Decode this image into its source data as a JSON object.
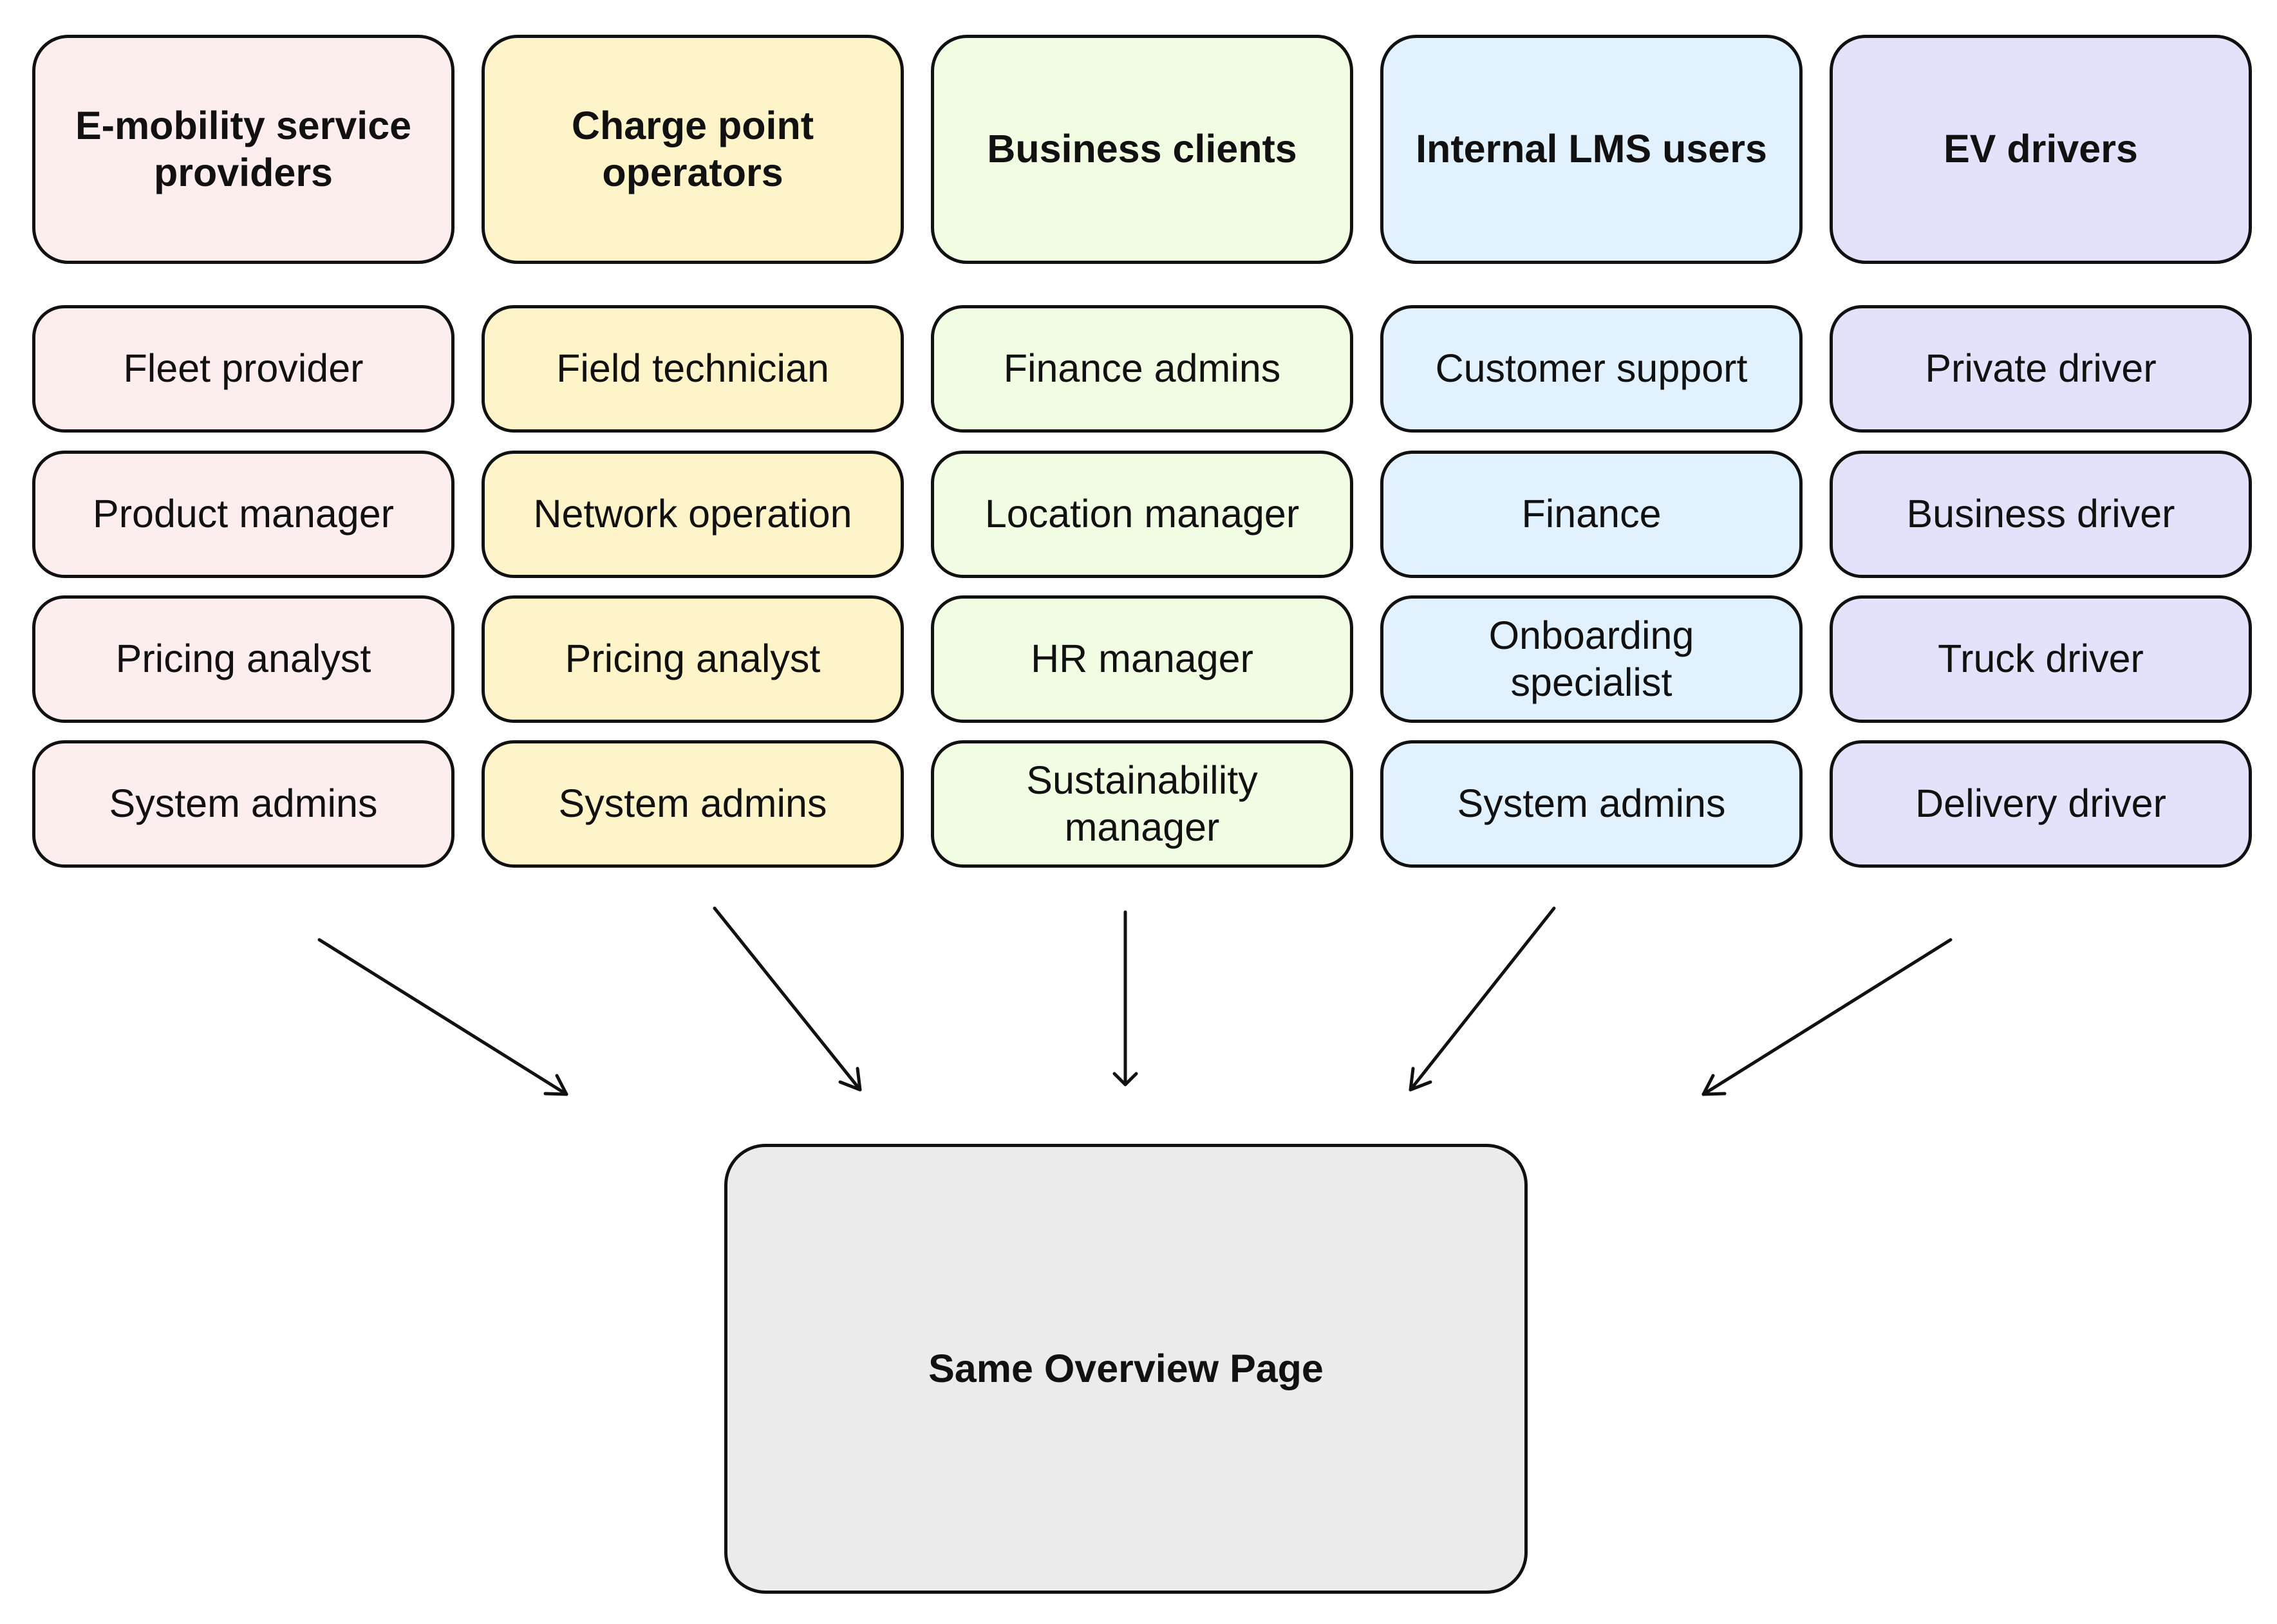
{
  "colors": {
    "border": "#111111",
    "arrow": "#111111",
    "target_fill": "#ebebeb"
  },
  "groups": [
    {
      "title": "E-mobility service providers",
      "fill": "#fdeeee",
      "roles": [
        "Fleet provider",
        "Product manager",
        "Pricing analyst",
        "System admins"
      ]
    },
    {
      "title": "Charge point operators",
      "fill": "#fdf5c9",
      "roles": [
        "Field technician",
        "Network operation",
        "Pricing analyst",
        "System admins"
      ]
    },
    {
      "title": "Business clients",
      "fill": "#f0fde3",
      "roles": [
        "Finance admins",
        "Location manager",
        "HR manager",
        "Sustainability manager"
      ]
    },
    {
      "title": "Internal LMS users",
      "fill": "#e1f1fd",
      "roles": [
        "Customer support",
        "Finance",
        "Onboarding specialist",
        "System admins"
      ]
    },
    {
      "title": "EV drivers",
      "fill": "#e2e2fb",
      "roles": [
        "Private driver",
        "Business driver",
        "Truck driver",
        "Delivery driver"
      ]
    }
  ],
  "target": {
    "label": "Same Overview Page"
  }
}
